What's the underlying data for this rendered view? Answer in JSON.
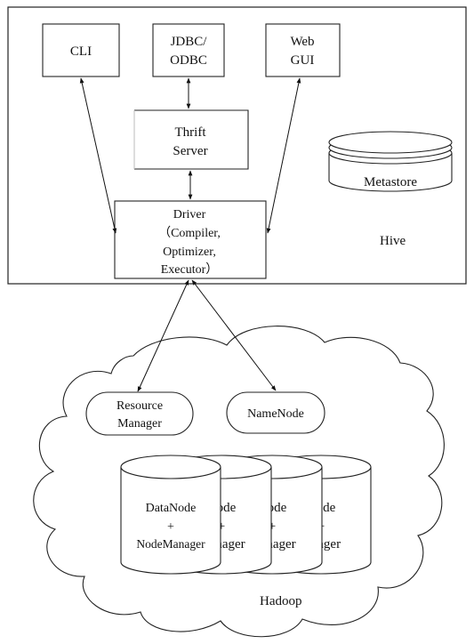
{
  "hive": {
    "label": "Hive",
    "cli": "CLI",
    "jdbc": [
      "JDBC/",
      "ODBC"
    ],
    "web": [
      "Web",
      "GUI"
    ],
    "thrift": [
      "Thrift",
      "Server"
    ],
    "metastore": "Metastore",
    "driver": [
      "Driver",
      "（Compiler,",
      "Optimizer,",
      "Executor）"
    ]
  },
  "hadoop": {
    "label": "Hadoop",
    "resource_manager": [
      "Resource",
      "Manager"
    ],
    "namenode": "NameNode",
    "worker_front": [
      "DataNode",
      "+",
      "NodeManager"
    ],
    "worker_back": [
      "Node",
      "+",
      "Manager"
    ],
    "worker_back_clipped": [
      "Node",
      "+",
      "lanager"
    ]
  }
}
